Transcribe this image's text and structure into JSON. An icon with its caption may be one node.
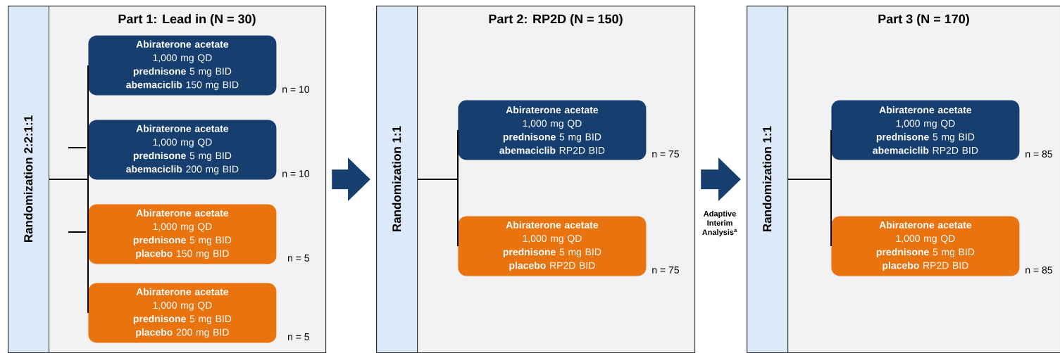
{
  "diagram": {
    "nodes": [
      {
        "text": [
          "Part 1: Lead in (N = 30)"
        ]
      },
      {
        "text": [
          "Randomization 2:2:1:1"
        ],
        "in": 0
      },
      {
        "text": [
          "Abiraterone acetate",
          "1,000 mg QD",
          "**prednisone** 5 mg BID",
          "**abemaciclib** 150 mg BID"
        ],
        "beside": [
          "n = 10"
        ],
        "in": 0
      },
      {
        "text": [
          "Abiraterone acetate",
          "1,000 mg QD",
          "**prednisone** 5 mg BID",
          "**abemaciclib** 200 mg BID"
        ],
        "beside": [
          "n = 10"
        ],
        "in": 0
      },
      {
        "text": [
          "Abiraterone acetate",
          "1,000 mg QD",
          "**prednisone** 5 mg BID",
          "**placebo** 150 mg BID"
        ],
        "beside": [
          "n = 5"
        ],
        "in": 0
      },
      {
        "text": [
          "Abiraterone acetate",
          "1,000 mg QD",
          "**prednisone** 5 mg BID",
          "**placebo** 200 mg BID"
        ],
        "beside": [
          "n = 5"
        ],
        "in": 0
      },
      {
        "text": [
          "Part 2: RP2D (N = 150)"
        ]
      },
      {
        "text": [
          "Randomization 1:1"
        ],
        "in": 6
      },
      {
        "text": [
          "Abiraterone acetate",
          "1,000 mg QD",
          "**prednisone** 5 mg BID",
          "**abemaciclib** RP2D BID"
        ],
        "beside": [
          "n = 75"
        ],
        "in": 6
      },
      {
        "text": [
          "Abiraterone acetate",
          "1,000 mg QD",
          "**prednisone** 5 mg BID",
          "**placebo** RP2D BID"
        ],
        "beside": [
          "n = 75"
        ],
        "in": 6
      },
      {
        "text": [
          "Part 3 (N = 170)"
        ]
      },
      {
        "text": [
          "Randomization 1:1"
        ],
        "in": 10
      },
      {
        "text": [
          "Abiraterone acetate",
          "1,000 mg QD",
          "**prednisone** 5 mg BID",
          "**abemaciclib** RP2D BID"
        ],
        "beside": [
          "n = 85"
        ],
        "in": 10
      },
      {
        "text": [
          "Abiraterone acetate",
          "1,000 mg QD",
          "**prednisone** 5 mg BID",
          "**placebo** RP2D BID"
        ],
        "beside": [
          "n = 85"
        ],
        "in": 10
      }
    ],
    "edges": [
      {
        "from": 1,
        "to": 2,
        "arrow": "none"
      },
      {
        "from": 1,
        "to": 3,
        "arrow": "none"
      },
      {
        "from": 1,
        "to": 4,
        "arrow": "none"
      },
      {
        "from": 1,
        "to": 5,
        "arrow": "none"
      },
      {
        "from": 7,
        "to": 8,
        "arrow": "none"
      },
      {
        "from": 7,
        "to": 9,
        "arrow": "none"
      },
      {
        "from": 11,
        "to": 12,
        "arrow": "none"
      },
      {
        "from": 11,
        "to": 13,
        "arrow": "none"
      },
      {
        "from": 0,
        "to": 6,
        "arrow": "to",
        "style": "thick",
        "color": "#163e6e"
      },
      {
        "from": 6,
        "to": 10,
        "arrow": "to",
        "style": "thick",
        "color": "#163e6e",
        "label": "Adaptive Interim Analysis$^{a}$"
      }
    ]
  }
}
